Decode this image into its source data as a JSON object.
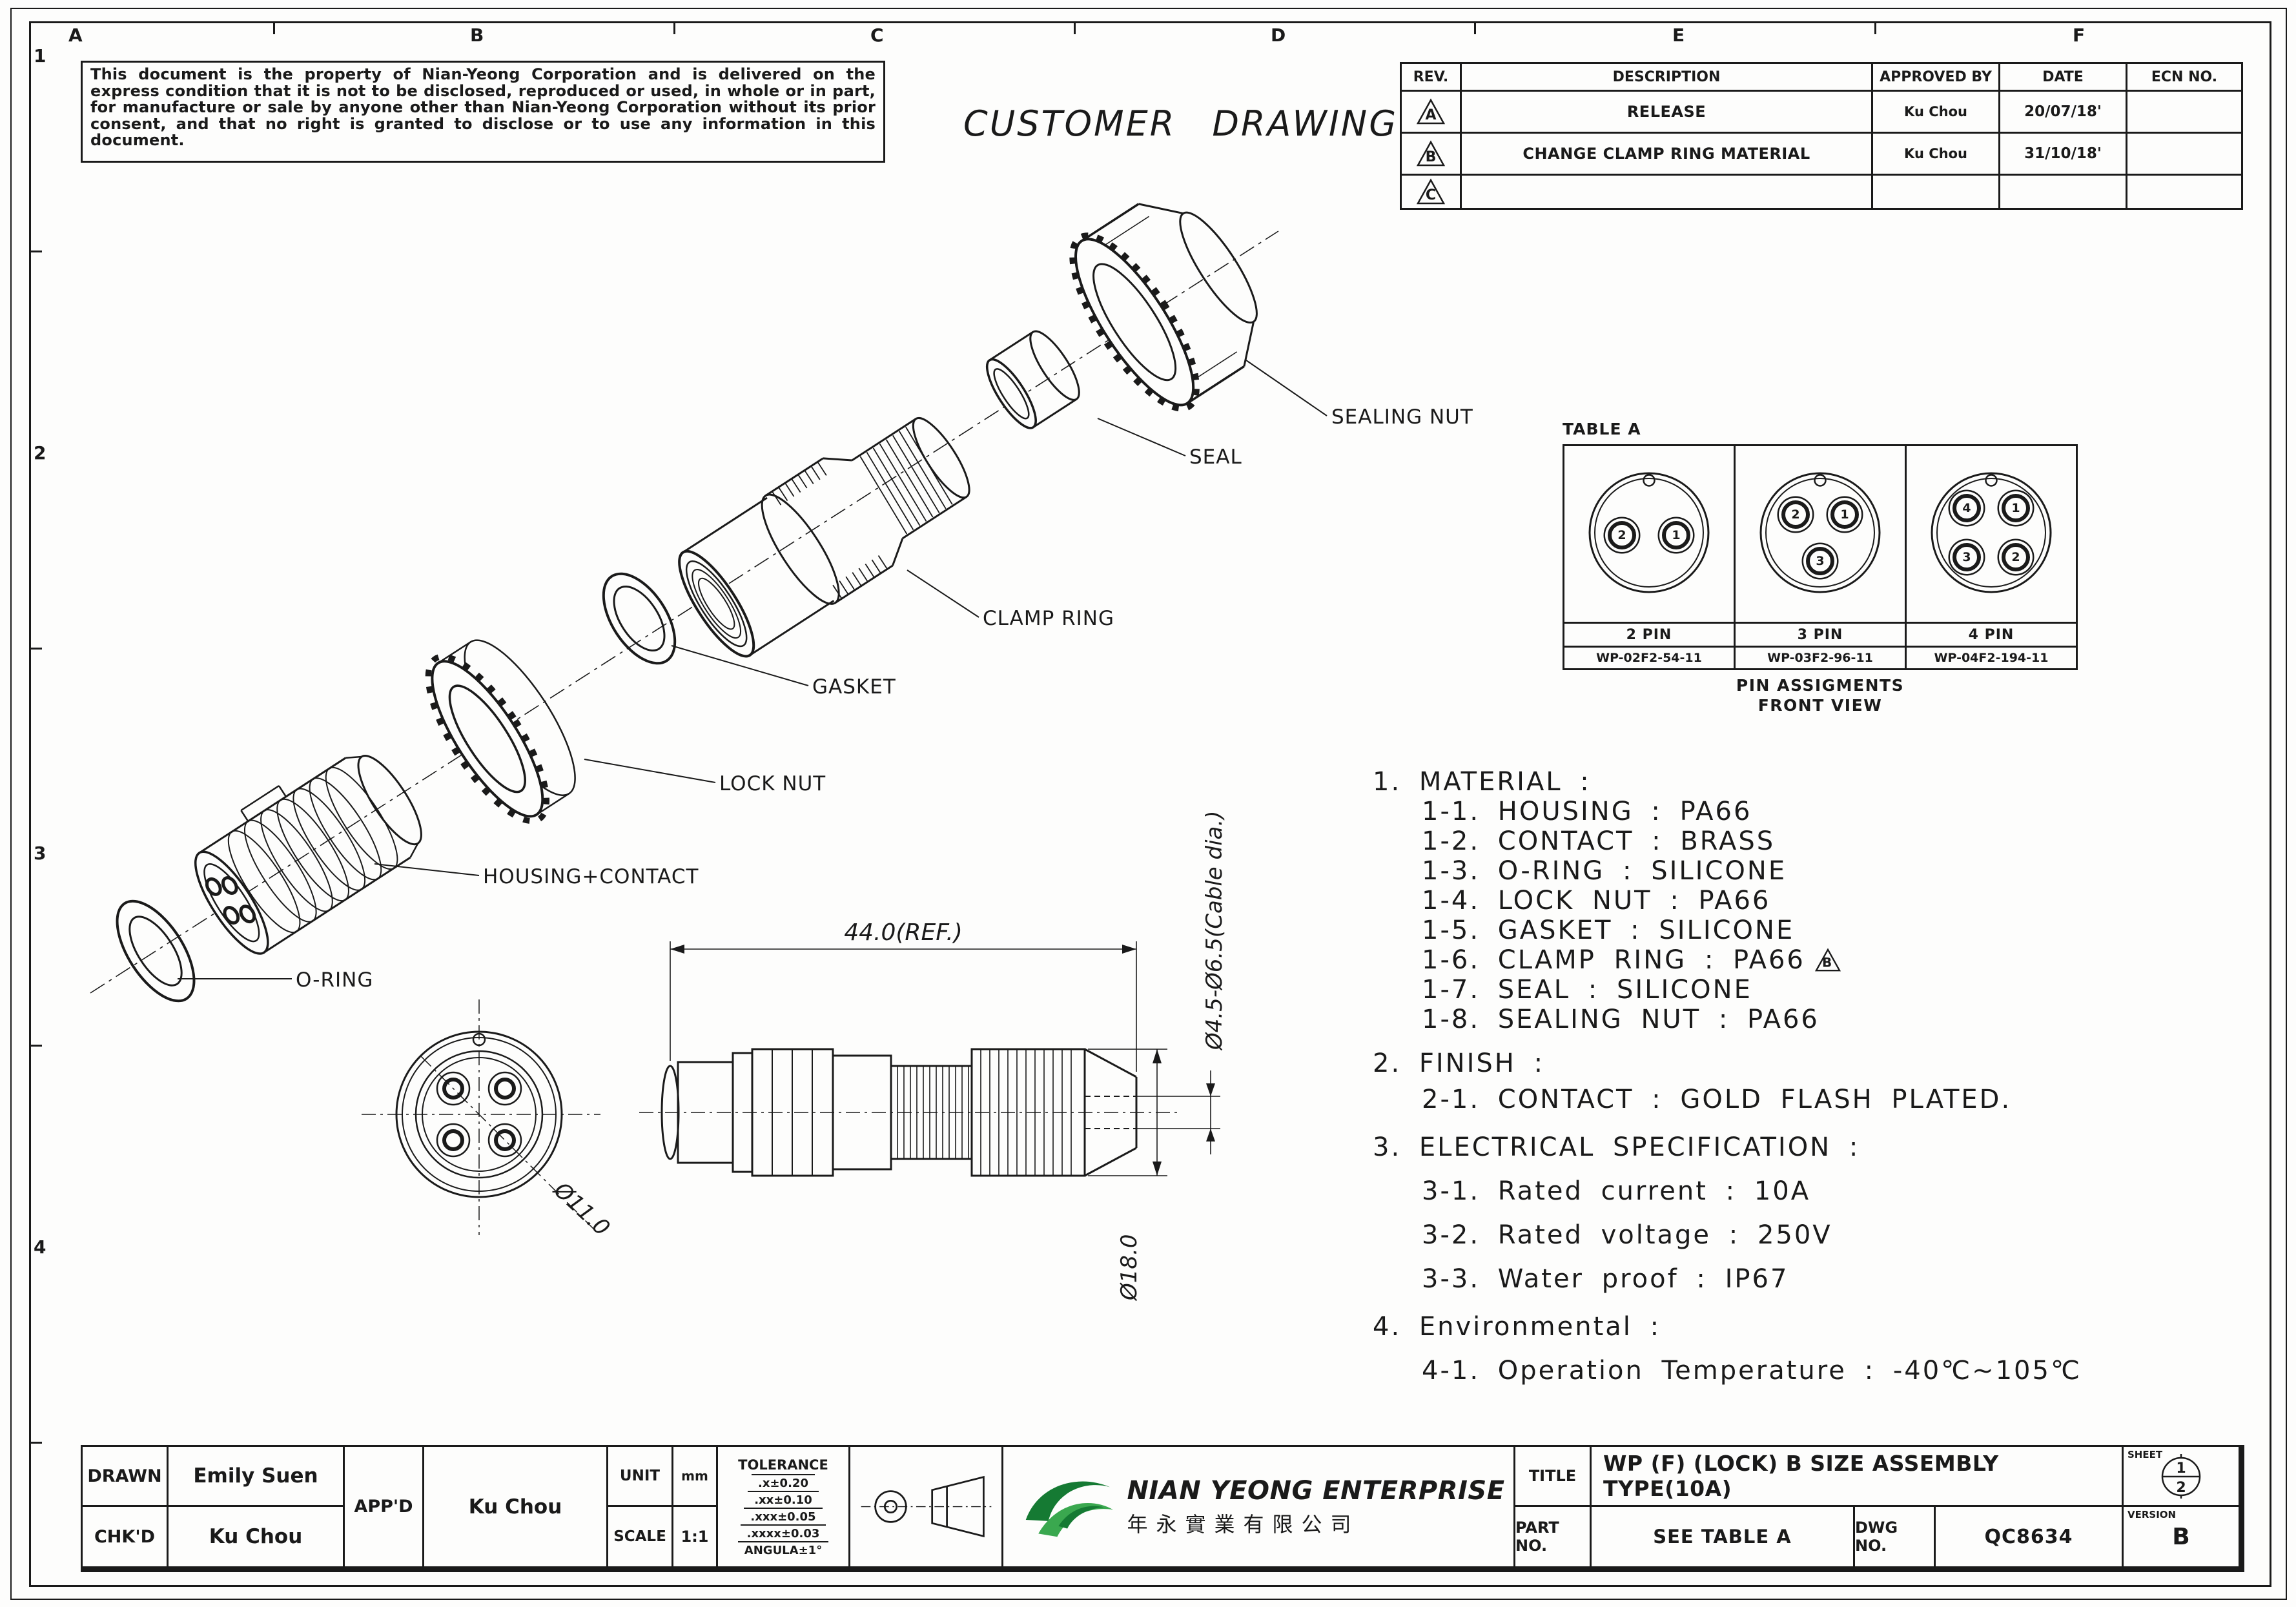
{
  "sheet": {
    "zones_top": [
      "A",
      "B",
      "C",
      "D",
      "E",
      "F"
    ],
    "zones_left": [
      "1",
      "2",
      "3",
      "4"
    ]
  },
  "notice": {
    "text": "This document is the property of Nian-Yeong Corporation and is delivered on the express condition that it is not to be disclosed, reproduced or used, in whole or in part, for manufacture or sale by anyone other than Nian-Yeong Corporation without its prior consent, and that no right is granted to disclose or to use any information in this document."
  },
  "drawing_title": "CUSTOMER DRAWING",
  "rev_table": {
    "headers": [
      "REV.",
      "DESCRIPTION",
      "APPROVED BY",
      "DATE",
      "ECN NO."
    ],
    "rows": [
      {
        "rev": "A",
        "description": "RELEASE",
        "approved_by": "Ku Chou",
        "date": "20/07/18'",
        "ecn": ""
      },
      {
        "rev": "B",
        "description": "CHANGE CLAMP RING MATERIAL",
        "approved_by": "Ku Chou",
        "date": "31/10/18'",
        "ecn": ""
      },
      {
        "rev": "C",
        "description": "",
        "approved_by": "",
        "date": "",
        "ecn": ""
      }
    ]
  },
  "exploded": {
    "sealing_nut": "SEALING NUT",
    "seal": "SEAL",
    "clamp_ring": "CLAMP RING",
    "gasket": "GASKET",
    "lock_nut": "LOCK NUT",
    "housing_contact": "HOUSING+CONTACT",
    "o_ring": "O-RING"
  },
  "dimensions": {
    "length_ref": "44.0(REF.)",
    "cable_dia": "Ø4.5-Ø6.5(Cable dia.)",
    "front_dia": "Ø11.0",
    "body_dia": "Ø18.0"
  },
  "table_a": {
    "label": "TABLE A",
    "caption_line1": "PIN ASSIGMENTS",
    "caption_line2": "FRONT VIEW",
    "cells": [
      {
        "pins_label": "2 PIN",
        "part_no": "WP-02F2-54-11",
        "pins": [
          "2",
          "1"
        ]
      },
      {
        "pins_label": "3 PIN",
        "part_no": "WP-03F2-96-11",
        "pins": [
          "2",
          "1",
          "3"
        ]
      },
      {
        "pins_label": "4 PIN",
        "part_no": "WP-04F2-194-11",
        "pins": [
          "4",
          "1",
          "3",
          "2"
        ]
      }
    ]
  },
  "notes": {
    "rev_mark": "B",
    "lines": [
      "1.  MATERIAL :",
      "1-1.  HOUSING : PA66",
      "1-2.  CONTACT : BRASS",
      "1-3.  O-RING : SILICONE",
      "1-4.  LOCK NUT : PA66",
      "1-5.  GASKET : SILICONE",
      "1-6.  CLAMP RING : PA66",
      "1-7.  SEAL : SILICONE",
      "1-8.  SEALING NUT : PA66",
      "2.  FINISH :",
      "2-1.  CONTACT : GOLD FLASH PLATED.",
      "3.  ELECTRICAL SPECIFICATION :",
      "3-1.  Rated current : 10A",
      "3-2.  Rated voltage : 250V",
      "3-3.  Water proof : IP67",
      "4.  Environmental :",
      "4-1.  Operation Temperature : -40℃~105℃"
    ]
  },
  "title_block": {
    "drawn_label": "DRAWN",
    "drawn_value": "Emily Suen",
    "chkd_label": "CHK'D",
    "chkd_value": "Ku Chou",
    "appd_label": "APP'D",
    "appd_value": "Ku Chou",
    "unit_label": "UNIT",
    "unit_value": "mm",
    "scale_label": "SCALE",
    "scale_value": "1:1",
    "tolerance_label": "TOLERANCE",
    "tolerance_rows": [
      {
        "k": ".x",
        "v": "±0.20"
      },
      {
        "k": ".xx",
        "v": "±0.10"
      },
      {
        "k": ".xxx",
        "v": "±0.05"
      },
      {
        "k": ".xxxx",
        "v": "±0.03"
      },
      {
        "k": "ANGULA",
        "v": "±1°"
      }
    ],
    "company_en": "NIAN YEONG ENTERPRISE",
    "company_zh": "年永實業有限公司",
    "title_label": "TITLE",
    "title_value": "WP (F) (LOCK) B SIZE ASSEMBLY TYPE(10A)",
    "part_no_label": "PART NO.",
    "part_no_value": "SEE TABLE A",
    "dwg_no_label": "DWG NO.",
    "dwg_no_value": "QC8634",
    "sheet_label": "SHEET",
    "sheet_top": "1",
    "sheet_bottom": "2",
    "version_label": "VERSION",
    "version_value": "B"
  },
  "colors": {
    "line": "#1a1a1a",
    "logo_dark": "#157a33",
    "logo_light": "#3aa84f"
  }
}
